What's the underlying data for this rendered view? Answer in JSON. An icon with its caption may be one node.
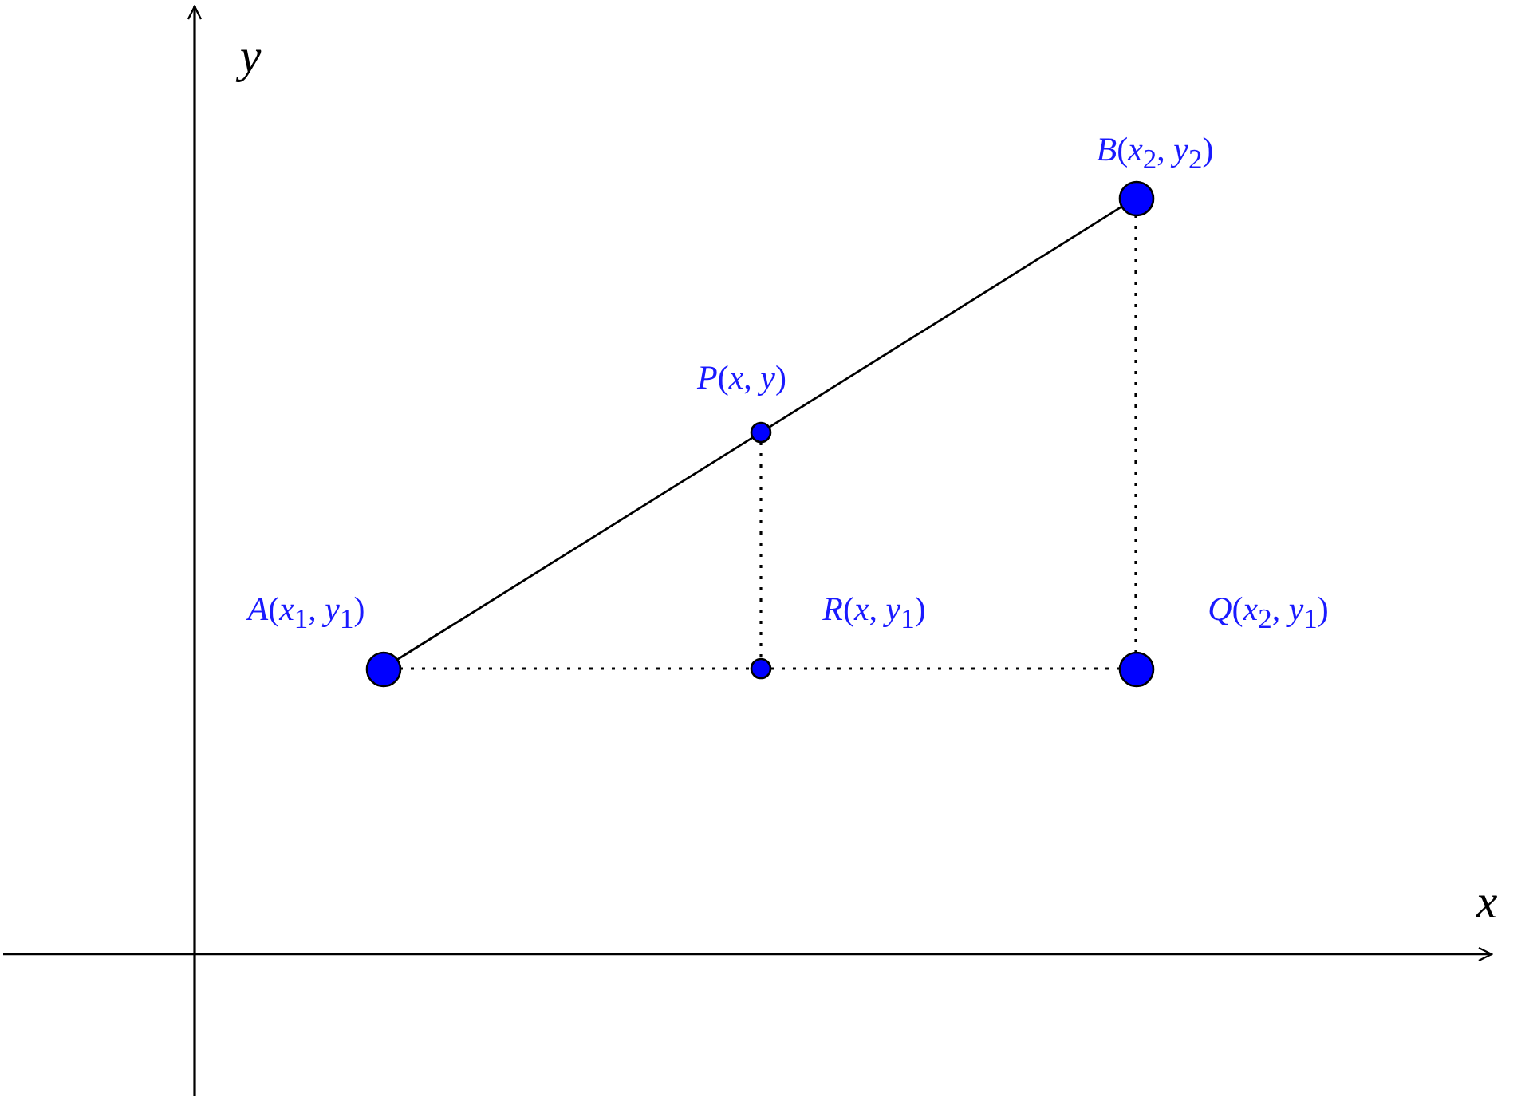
{
  "diagram": {
    "nodes": [
      {
        "text": [],
        "shape": "circle",
        "beside": [
          "*A*(*x*$_{1}$, *y*$_{1}$)"
        ]
      },
      {
        "text": [],
        "shape": "circle",
        "beside": [
          "*P*(*x*, *y*)"
        ]
      },
      {
        "text": [],
        "shape": "circle",
        "beside": [
          "*B*(*x*$_{2}$, *y*$_{2}$)"
        ]
      },
      {
        "text": [],
        "shape": "circle",
        "beside": [
          "*R*(*x*, *y*$_{1}$)"
        ]
      },
      {
        "text": [],
        "shape": "circle",
        "beside": [
          "*Q*(*x*$_{2}$, *y*$_{1}$)"
        ]
      }
    ],
    "edges": [
      {
        "from": 0,
        "to": 1,
        "arrow": "none"
      },
      {
        "from": 1,
        "to": 2,
        "arrow": "none"
      },
      {
        "from": 0,
        "to": 3,
        "arrow": "none",
        "style": "dashed"
      },
      {
        "from": 3,
        "to": 4,
        "arrow": "none",
        "style": "dashed"
      },
      {
        "from": 1,
        "to": 3,
        "arrow": "none",
        "style": "dashed"
      },
      {
        "from": 2,
        "to": 4,
        "arrow": "none",
        "style": "dashed"
      }
    ],
    "labels": [
      "y",
      "x"
    ]
  }
}
